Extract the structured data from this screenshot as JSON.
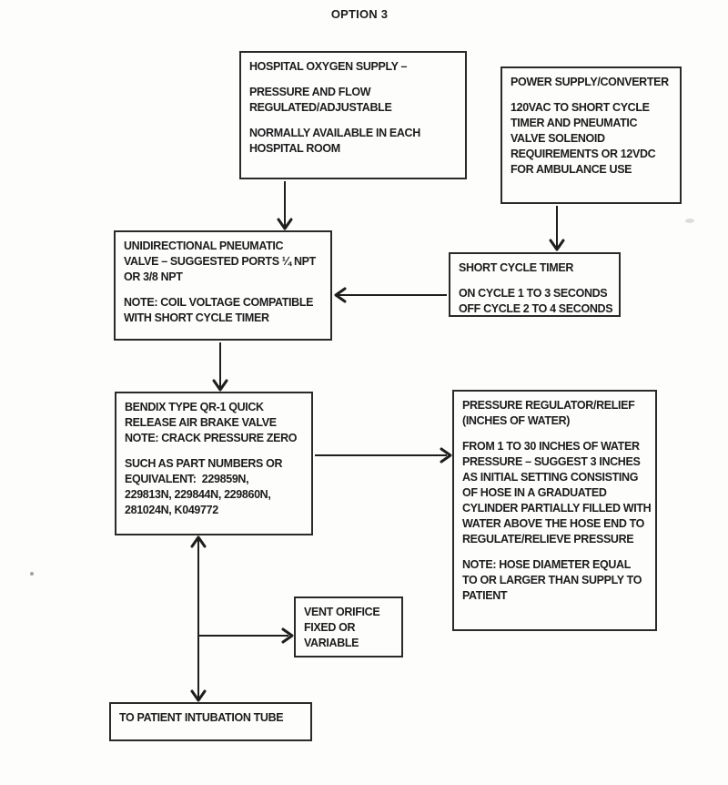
{
  "title": "OPTION 3",
  "colors": {
    "ink": "#1c1c1c",
    "box_border": "#2a2a2a",
    "background": "#fdfdfc"
  },
  "boxes": {
    "hospital_oxygen_supply": {
      "p1": "HOSPITAL OXYGEN SUPPLY –",
      "p2": "PRESSURE AND FLOW\nREGULATED/ADJUSTABLE",
      "p3": "NORMALLY AVAILABLE IN EACH\nHOSPITAL ROOM"
    },
    "power_supply": {
      "p1": "POWER SUPPLY/CONVERTER",
      "p2": "120VAC TO SHORT CYCLE\nTIMER AND PNEUMATIC\nVALVE SOLENOID\nREQUIREMENTS OR 12VDC\nFOR AMBULANCE USE"
    },
    "pneumatic_valve": {
      "p1": "UNIDIRECTIONAL PNEUMATIC\nVALVE – SUGGESTED PORTS ¼ NPT\nOR 3/8 NPT",
      "p2": "NOTE: COIL VOLTAGE COMPATIBLE\nWITH SHORT CYCLE TIMER"
    },
    "short_cycle_timer": {
      "p1": "SHORT CYCLE TIMER",
      "p2": "ON CYCLE 1 TO 3 SECONDS\nOFF CYCLE 2 TO 4 SECONDS"
    },
    "bendix_valve": {
      "p1": "BENDIX TYPE QR-1 QUICK\nRELEASE AIR BRAKE VALVE\nNOTE: CRACK PRESSURE ZERO",
      "p2": "SUCH AS PART NUMBERS OR\nEQUIVALENT:  229859N,\n229813N, 229844N, 229860N,\n281024N, K049772"
    },
    "pressure_regulator": {
      "p1": "PRESSURE REGULATOR/RELIEF\n(INCHES OF WATER)",
      "p2": "FROM 1 TO 30 INCHES OF WATER\nPRESSURE – SUGGEST 3 INCHES\nAS INITIAL SETTING CONSISTING\nOF HOSE IN A GRADUATED\nCYLINDER PARTIALLY FILLED WITH\nWATER ABOVE THE HOSE END TO\nREGULATE/RELIEVE PRESSURE",
      "p3": "NOTE: HOSE DIAMETER EQUAL\nTO OR LARGER THAN SUPPLY TO\nPATIENT"
    },
    "vent_orifice": {
      "p1": "VENT ORIFICE\nFIXED OR\nVARIABLE"
    },
    "patient_tube": {
      "p1": "TO PATIENT INTUBATION TUBE"
    }
  },
  "connections": [
    {
      "from": "hospital_oxygen_supply",
      "to": "pneumatic_valve",
      "style": "arrow-down"
    },
    {
      "from": "power_supply",
      "to": "short_cycle_timer",
      "style": "arrow-down"
    },
    {
      "from": "short_cycle_timer",
      "to": "pneumatic_valve",
      "style": "arrow-left"
    },
    {
      "from": "pneumatic_valve",
      "to": "bendix_valve",
      "style": "arrow-down"
    },
    {
      "from": "bendix_valve",
      "to": "pressure_regulator",
      "style": "arrow-right"
    },
    {
      "from": "bendix_valve",
      "to": "patient_tube",
      "style": "double-headed-vertical"
    },
    {
      "from": "bendix_valve-patient_tube-line",
      "to": "vent_orifice",
      "style": "arrow-right"
    }
  ]
}
